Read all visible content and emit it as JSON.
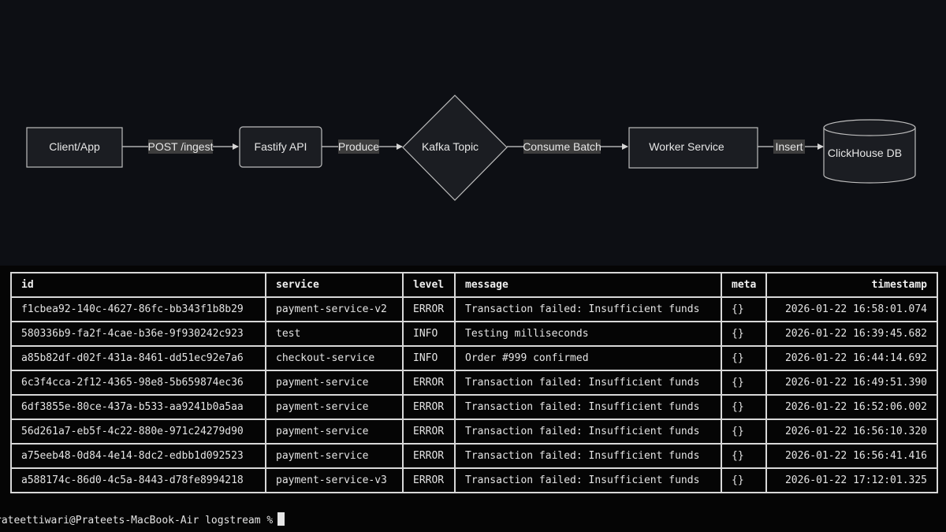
{
  "diagram": {
    "nodes": {
      "client": "Client/App",
      "api": "Fastify API",
      "kafka": "Kafka Topic",
      "worker": "Worker Service",
      "db": "ClickHouse DB"
    },
    "edges": {
      "post_ingest": "POST /ingest",
      "produce": "Produce",
      "consume_batch": "Consume Batch",
      "insert": "Insert"
    }
  },
  "terminal": {
    "columns": {
      "id": "id",
      "service": "service",
      "level": "level",
      "message": "message",
      "meta": "meta",
      "timestamp": "timestamp"
    },
    "rows": [
      {
        "id": "f1cbea92-140c-4627-86fc-bb343f1b8b29",
        "service": "payment-service-v2",
        "level": "ERROR",
        "message": "Transaction failed: Insufficient funds",
        "meta": "{}",
        "timestamp": "2026-01-22 16:58:01.074"
      },
      {
        "id": "580336b9-fa2f-4cae-b36e-9f930242c923",
        "service": "test",
        "level": "INFO",
        "message": "Testing milliseconds",
        "meta": "{}",
        "timestamp": "2026-01-22 16:39:45.682"
      },
      {
        "id": "a85b82df-d02f-431a-8461-dd51ec92e7a6",
        "service": "checkout-service",
        "level": "INFO",
        "message": "Order #999 confirmed",
        "meta": "{}",
        "timestamp": "2026-01-22 16:44:14.692"
      },
      {
        "id": "6c3f4cca-2f12-4365-98e8-5b659874ec36",
        "service": "payment-service",
        "level": "ERROR",
        "message": "Transaction failed: Insufficient funds",
        "meta": "{}",
        "timestamp": "2026-01-22 16:49:51.390"
      },
      {
        "id": "6df3855e-80ce-437a-b533-aa9241b0a5aa",
        "service": "payment-service",
        "level": "ERROR",
        "message": "Transaction failed: Insufficient funds",
        "meta": "{}",
        "timestamp": "2026-01-22 16:52:06.002"
      },
      {
        "id": "56d261a7-eb5f-4c22-880e-971c24279d90",
        "service": "payment-service",
        "level": "ERROR",
        "message": "Transaction failed: Insufficient funds",
        "meta": "{}",
        "timestamp": "2026-01-22 16:56:10.320"
      },
      {
        "id": "a75eeb48-0d84-4e14-8dc2-edbb1d092523",
        "service": "payment-service",
        "level": "ERROR",
        "message": "Transaction failed: Insufficient funds",
        "meta": "{}",
        "timestamp": "2026-01-22 16:56:41.416"
      },
      {
        "id": "a588174c-86d0-4c5a-8443-d78fe8994218",
        "service": "payment-service-v3",
        "level": "ERROR",
        "message": "Transaction failed: Insufficient funds",
        "meta": "{}",
        "timestamp": "2026-01-22 17:12:01.325"
      }
    ],
    "prompt": "rateettiwari@Prateets-MacBook-Air logstream %"
  },
  "colors": {
    "diagram_bg": "#0d0f14",
    "node_fill": "#1b1d22",
    "node_stroke": "#c8c8c8",
    "edge_label_bg": "#3d3d3d",
    "terminal_bg": "#050505",
    "text": "#e4e4e4"
  }
}
